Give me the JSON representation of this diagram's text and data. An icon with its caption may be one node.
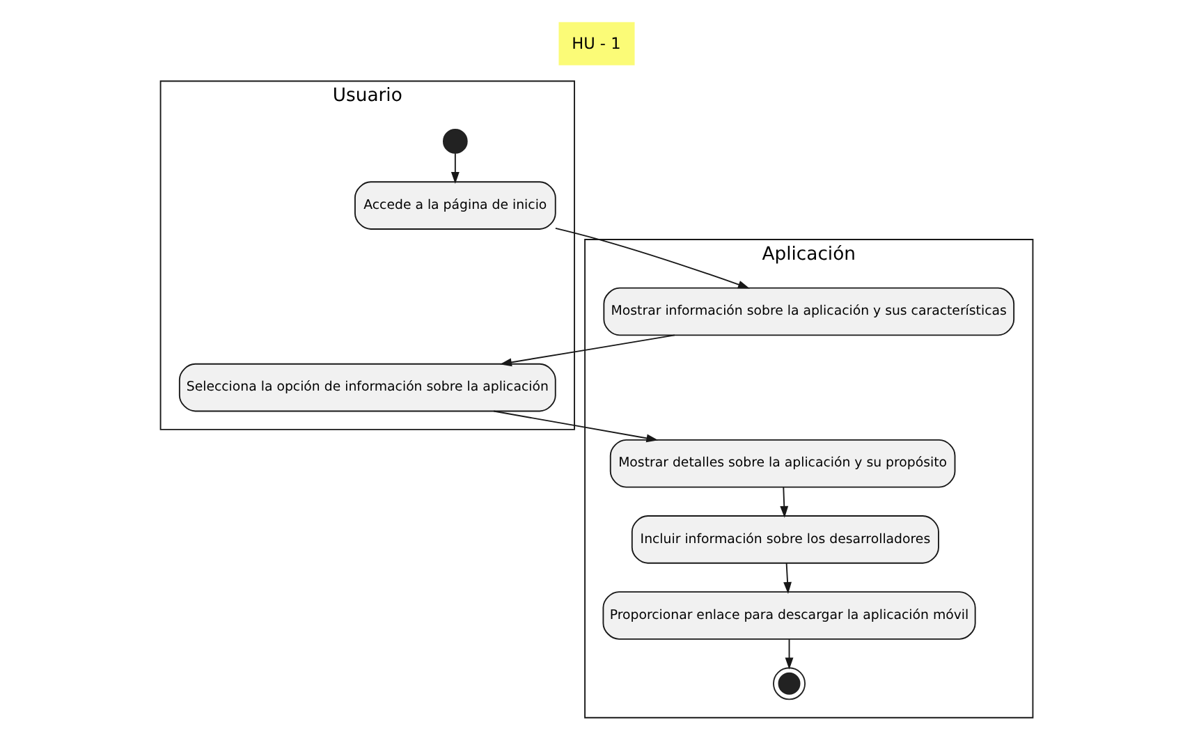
{
  "diagram": {
    "title": "HU - 1",
    "nodes": [
      {
        "text": [
          "Usuario"
        ]
      },
      {
        "text": [
          "Aplicación"
        ]
      },
      {
        "text": [],
        "shape": "circle",
        "in": 0
      },
      {
        "text": [
          "Accede a la página de inicio"
        ],
        "in": 0
      },
      {
        "text": [
          "Mostrar información sobre la aplicación y sus características"
        ],
        "in": 1
      },
      {
        "text": [
          "Selecciona la opción de información sobre la aplicación"
        ],
        "in": 0
      },
      {
        "text": [
          "Mostrar detalles sobre la aplicación y su propósito"
        ],
        "in": 1
      },
      {
        "text": [
          "Incluir información sobre los desarrolladores"
        ],
        "in": 1
      },
      {
        "text": [
          "Proporcionar enlace para descargar la aplicación móvil"
        ],
        "in": 1
      },
      {
        "text": [],
        "shape": "circle",
        "in": 1
      }
    ],
    "edges": [
      {
        "from": 2,
        "to": 3,
        "arrow": "to"
      },
      {
        "from": 3,
        "to": 4,
        "arrow": "to"
      },
      {
        "from": 4,
        "to": 5,
        "arrow": "to"
      },
      {
        "from": 5,
        "to": 6,
        "arrow": "to"
      },
      {
        "from": 6,
        "to": 7,
        "arrow": "to"
      },
      {
        "from": 7,
        "to": 8,
        "arrow": "to"
      },
      {
        "from": 8,
        "to": 9,
        "arrow": "to"
      }
    ]
  }
}
